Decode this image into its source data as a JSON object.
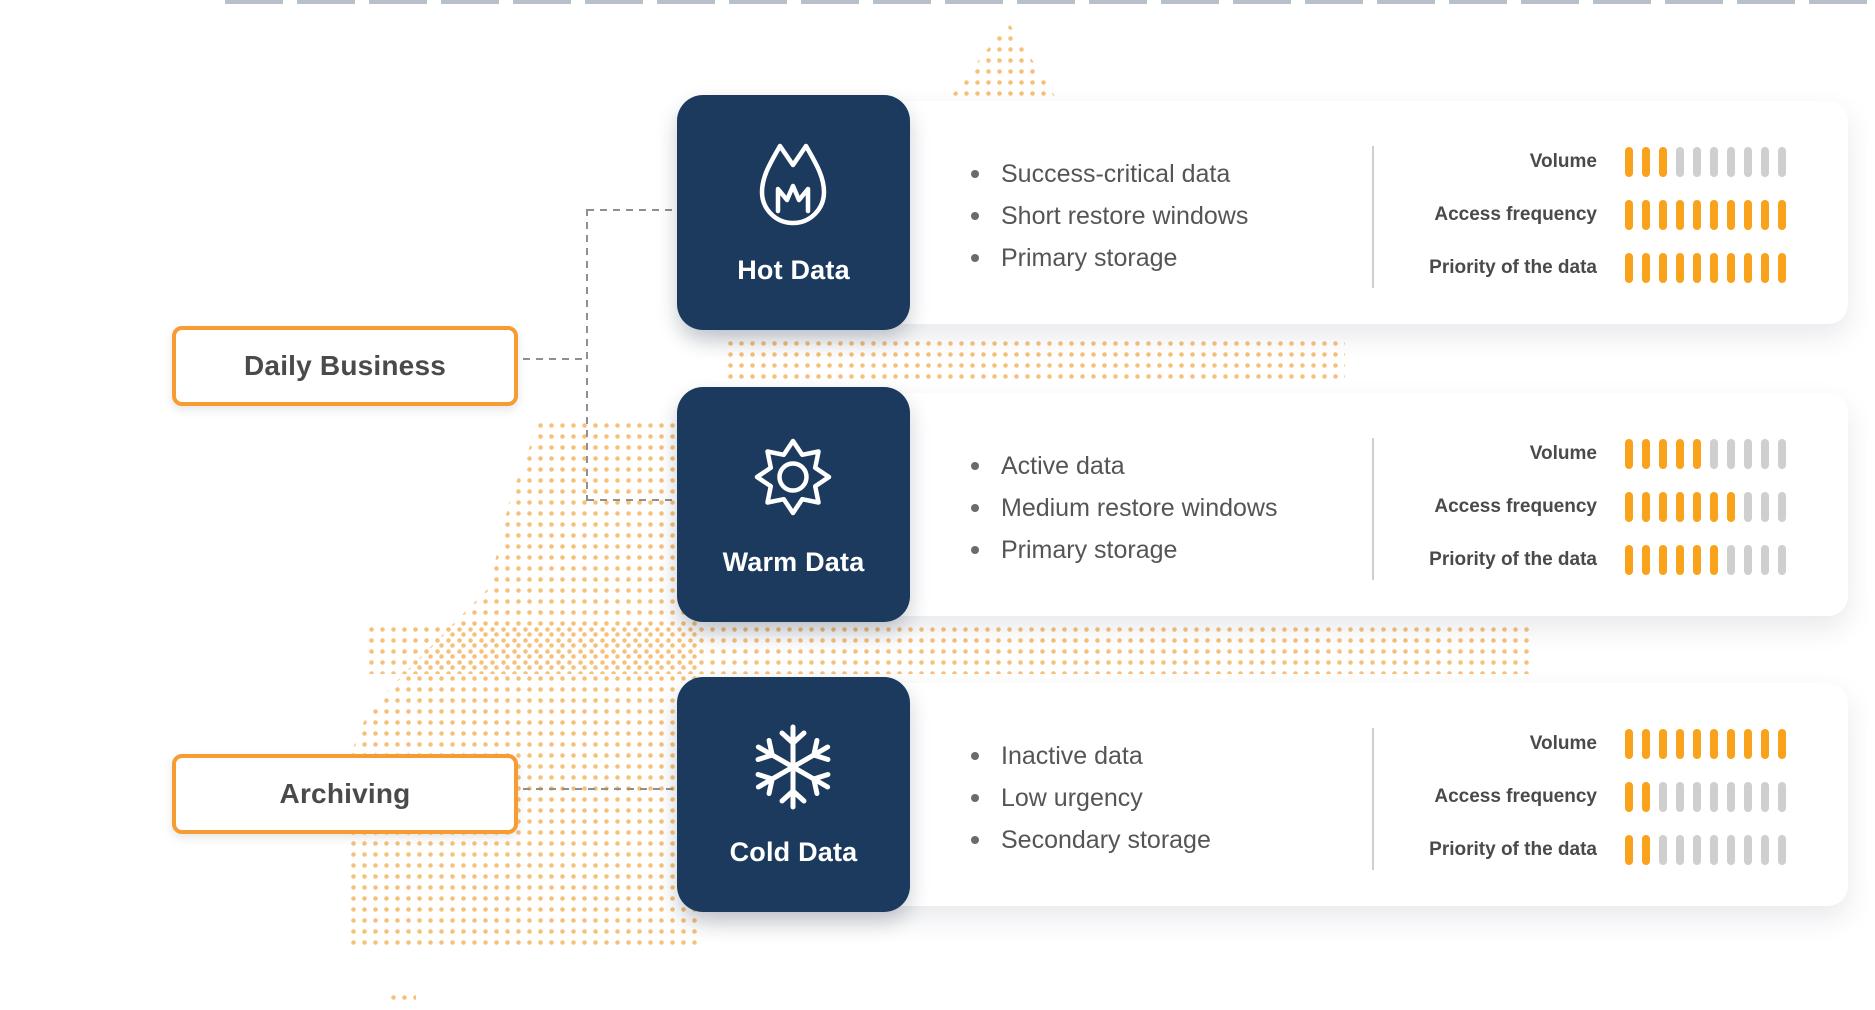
{
  "colors": {
    "navy": "#1C3A5E",
    "bar_on": "#F9A21B",
    "bar_off": "#CFCFCF",
    "border_orange": "#F79B33",
    "dash_gray": "#8F8F8F",
    "dot_orange": "#F5B158",
    "text_gray": "#555555"
  },
  "side_labels": {
    "daily": "Daily Business",
    "archiving": "Archiving"
  },
  "cards": [
    {
      "title": "Hot Data",
      "icon": "flame-icon",
      "bullets": [
        "Success-critical data",
        "Short restore windows",
        "Primary storage"
      ],
      "meters": [
        {
          "label": "Volume",
          "value": 3,
          "max": 10
        },
        {
          "label": "Access frequency",
          "value": 10,
          "max": 10
        },
        {
          "label": "Priority of the data",
          "value": 10,
          "max": 10
        }
      ]
    },
    {
      "title": "Warm Data",
      "icon": "sun-icon",
      "bullets": [
        "Active data",
        "Medium restore windows",
        "Primary storage"
      ],
      "meters": [
        {
          "label": "Volume",
          "value": 5,
          "max": 10
        },
        {
          "label": "Access frequency",
          "value": 7,
          "max": 10
        },
        {
          "label": "Priority of the data",
          "value": 6,
          "max": 10
        }
      ]
    },
    {
      "title": "Cold Data",
      "icon": "snowflake-icon",
      "bullets": [
        "Inactive data",
        "Low urgency",
        "Secondary storage"
      ],
      "meters": [
        {
          "label": "Volume",
          "value": 10,
          "max": 10
        },
        {
          "label": "Access frequency",
          "value": 2,
          "max": 10
        },
        {
          "label": "Priority of the data",
          "value": 2,
          "max": 10
        }
      ]
    }
  ]
}
